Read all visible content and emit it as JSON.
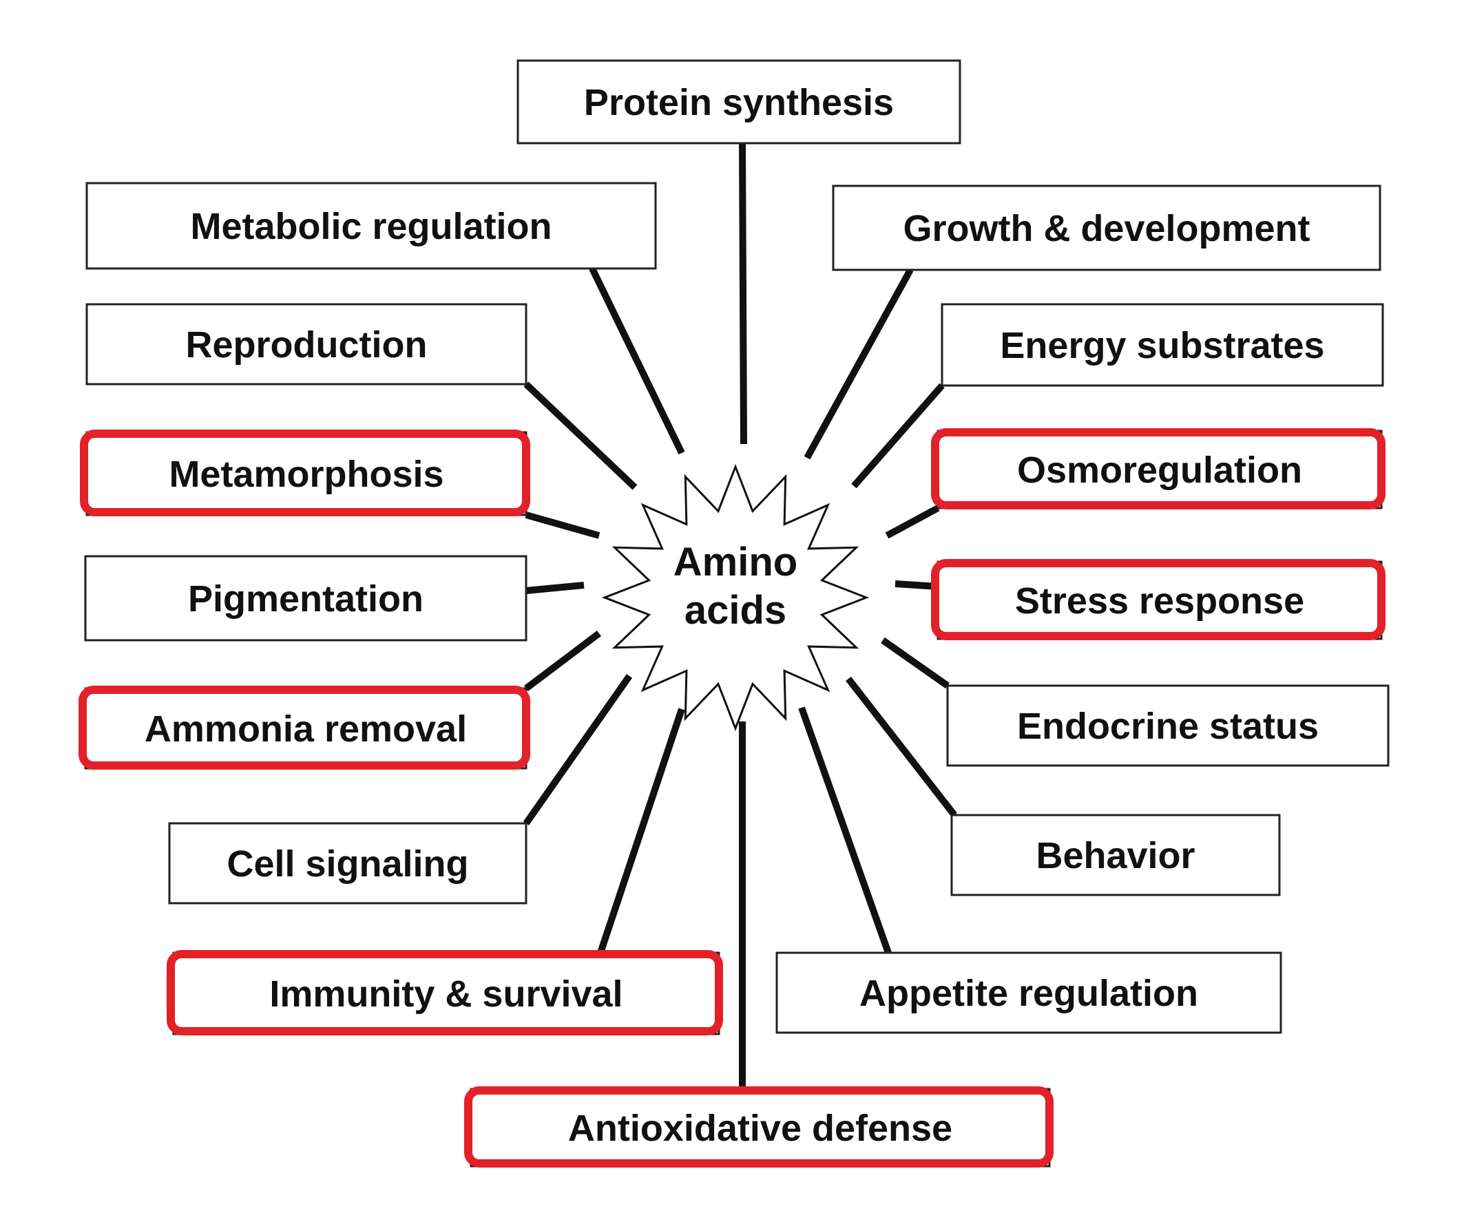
{
  "diagram": {
    "center_label_line1": "Amino",
    "center_label_line2": "acids",
    "highlight_color": "#e32128",
    "line_color": "#111111",
    "functions": [
      {
        "id": "protein-synthesis",
        "label": "Protein synthesis",
        "highlighted": false
      },
      {
        "id": "metabolic-regulation",
        "label": "Metabolic regulation",
        "highlighted": false
      },
      {
        "id": "growth-development",
        "label": "Growth & development",
        "highlighted": false
      },
      {
        "id": "reproduction",
        "label": "Reproduction",
        "highlighted": false
      },
      {
        "id": "energy-substrates",
        "label": "Energy substrates",
        "highlighted": false
      },
      {
        "id": "metamorphosis",
        "label": "Metamorphosis",
        "highlighted": true
      },
      {
        "id": "osmoregulation",
        "label": "Osmoregulation",
        "highlighted": true
      },
      {
        "id": "pigmentation",
        "label": "Pigmentation",
        "highlighted": false
      },
      {
        "id": "stress-response",
        "label": "Stress response",
        "highlighted": true
      },
      {
        "id": "ammonia-removal",
        "label": "Ammonia removal",
        "highlighted": true
      },
      {
        "id": "endocrine-status",
        "label": "Endocrine status",
        "highlighted": false
      },
      {
        "id": "cell-signaling",
        "label": "Cell signaling",
        "highlighted": false
      },
      {
        "id": "behavior",
        "label": "Behavior",
        "highlighted": false
      },
      {
        "id": "immunity-survival",
        "label": "Immunity & survival",
        "highlighted": true
      },
      {
        "id": "appetite-regulation",
        "label": "Appetite regulation",
        "highlighted": false
      },
      {
        "id": "antioxidative-defense",
        "label": "Antioxidative defense",
        "highlighted": true
      }
    ]
  }
}
